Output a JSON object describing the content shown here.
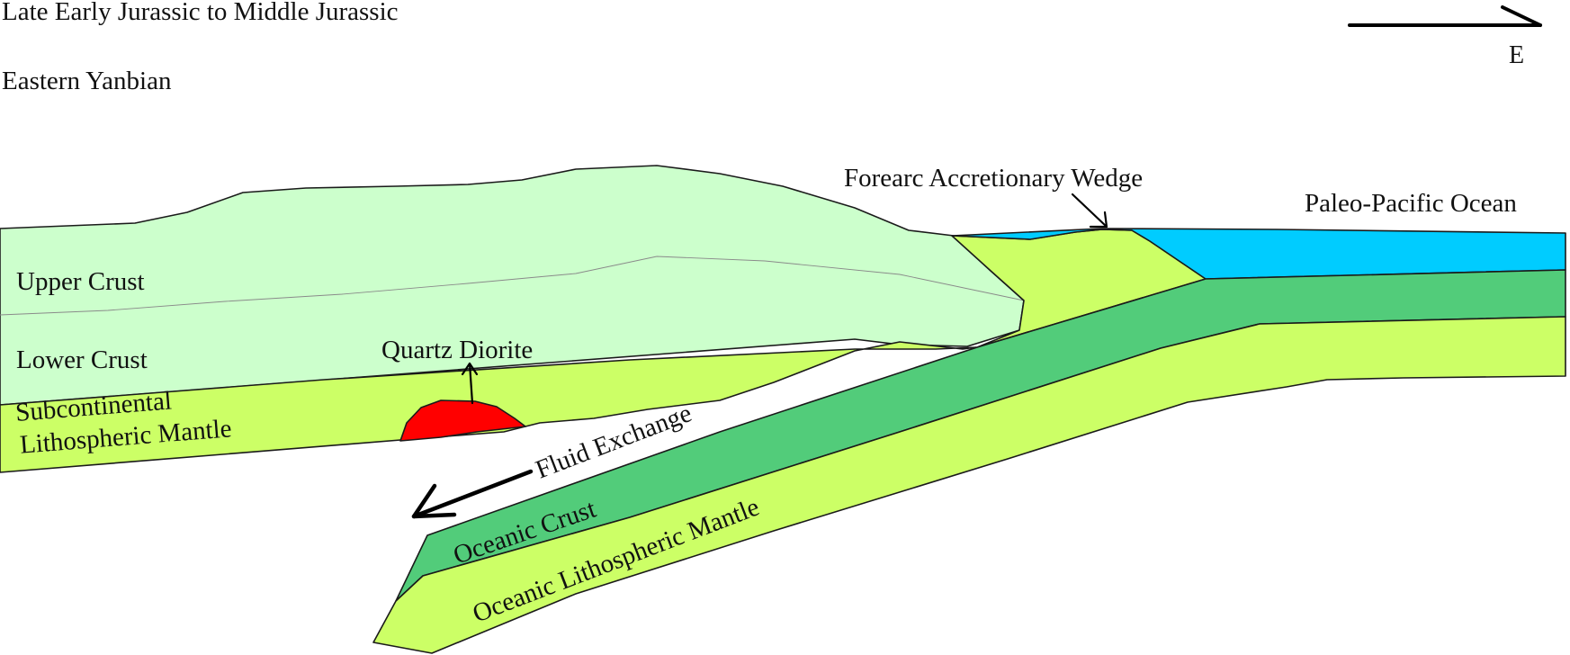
{
  "title": "Late Early Jurassic to Middle Jurassic",
  "subtitle": "Eastern Yanbian",
  "direction_label": "E",
  "labels": {
    "upper_crust": "Upper Crust",
    "lower_crust": "Lower Crust",
    "sclm_line1": "Subcontinental",
    "sclm_line2": "Lithospheric Mantle",
    "quartz_diorite": "Quartz Diorite",
    "fluid_exchange": "Fluid Exchange",
    "forearc_wedge": "Forearc Accretionary Wedge",
    "ocean": "Paleo-Pacific Ocean",
    "oceanic_crust": "Oceanic Crust",
    "oceanic_mantle": "Oceanic Lithospheric Mantle"
  },
  "colors": {
    "crust": "#ccffcc",
    "mantle": "#ccff66",
    "oceanic_crust": "#52cc7a",
    "ocean_water": "#00ccff",
    "quartz_diorite": "#ff0000",
    "outline": "#1a1a1a"
  }
}
